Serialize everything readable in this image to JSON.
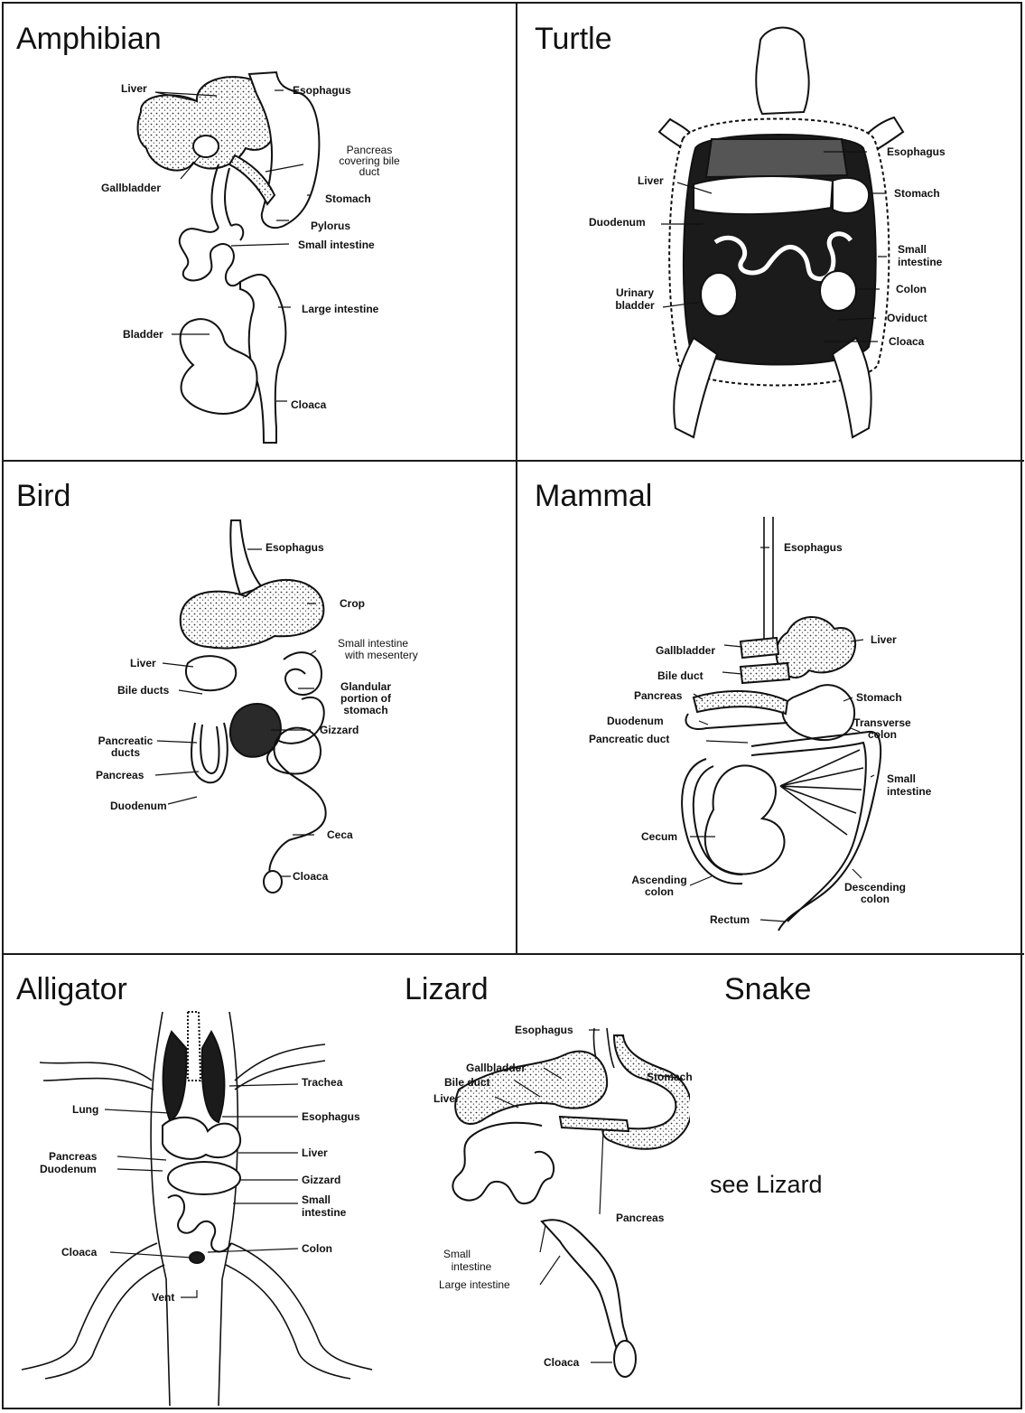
{
  "panels": {
    "amphibian": {
      "title": "Amphibian",
      "labels": {
        "liver": "Liver",
        "esophagus": "Esophagus",
        "pancreas1": "Pancreas",
        "pancreas2": "covering bile",
        "pancreas3": "duct",
        "gallbladder": "Gallbladder",
        "stomach": "Stomach",
        "pylorus": "Pylorus",
        "small_intestine": "Small intestine",
        "large_intestine": "Large intestine",
        "bladder": "Bladder",
        "cloaca": "Cloaca"
      }
    },
    "turtle": {
      "title": "Turtle",
      "labels": {
        "esophagus": "Esophagus",
        "liver": "Liver",
        "stomach": "Stomach",
        "duodenum": "Duodenum",
        "small1": "Small",
        "small2": "intestine",
        "urinary1": "Urinary",
        "urinary2": "bladder",
        "colon": "Colon",
        "oviduct": "Oviduct",
        "cloaca": "Cloaca"
      }
    },
    "bird": {
      "title": "Bird",
      "labels": {
        "esophagus": "Esophagus",
        "crop": "Crop",
        "smallint1": "Small intestine",
        "smallint2": "with mesentery",
        "liver": "Liver",
        "bile_ducts": "Bile ducts",
        "glandular1": "Glandular",
        "glandular2": "portion of",
        "glandular3": "stomach",
        "gizzard": "Gizzard",
        "pancreatic1": "Pancreatic",
        "pancreatic2": "ducts",
        "pancreas": "Pancreas",
        "duodenum": "Duodenum",
        "ceca": "Ceca",
        "cloaca": "Cloaca"
      }
    },
    "mammal": {
      "title": "Mammal",
      "labels": {
        "esophagus": "Esophagus",
        "liver": "Liver",
        "gallbladder": "Gallbladder",
        "bile_duct": "Bile duct",
        "pancreas": "Pancreas",
        "stomach": "Stomach",
        "duodenum": "Duodenum",
        "transverse1": "Transverse",
        "transverse2": "colon",
        "pancreatic_duct": "Pancreatic duct",
        "small1": "Small",
        "small2": "intestine",
        "cecum": "Cecum",
        "ascending1": "Ascending",
        "ascending2": "colon",
        "descending1": "Descending",
        "descending2": "colon",
        "rectum": "Rectum"
      }
    },
    "alligator": {
      "title": "Alligator",
      "labels": {
        "trachea": "Trachea",
        "lung": "Lung",
        "esophagus": "Esophagus",
        "pancreas": "Pancreas",
        "duodenum": "Duodenum",
        "liver": "Liver",
        "gizzard": "Gizzard",
        "small1": "Small",
        "small2": "intestine",
        "cloaca": "Cloaca",
        "colon": "Colon",
        "vent": "Vent"
      }
    },
    "lizard": {
      "title": "Lizard",
      "labels": {
        "esophagus": "Esophagus",
        "gallbladder": "Gallbladder",
        "stomach": "Stomach",
        "bile_duct": "Bile duct",
        "liver": "Liver",
        "pancreas": "Pancreas",
        "small1": "Small",
        "small2": "intestine",
        "large_intestine": "Large intestine",
        "cloaca": "Cloaca"
      }
    },
    "snake": {
      "title": "Snake",
      "note": "see Lizard"
    }
  }
}
